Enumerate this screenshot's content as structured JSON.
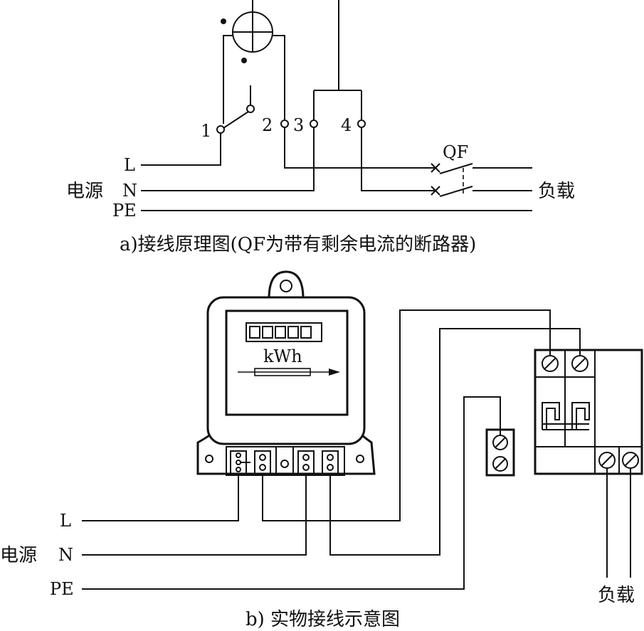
{
  "part_a": {
    "caption": "a)接线原理图(QF为带有剩余电流的断路器)",
    "line_labels": [
      "L",
      "N",
      "PE"
    ],
    "source_label": "电源",
    "load_label": "负载",
    "breaker_label": "QF",
    "terminal_numbers": [
      "1",
      "2",
      "3",
      "4"
    ]
  },
  "part_b": {
    "caption": "b) 实物接线示意图",
    "line_labels": [
      "L",
      "N",
      "PE"
    ],
    "source_label": "电源",
    "load_label": "负载",
    "meter_unit": "kWh",
    "register_digits": 5
  }
}
